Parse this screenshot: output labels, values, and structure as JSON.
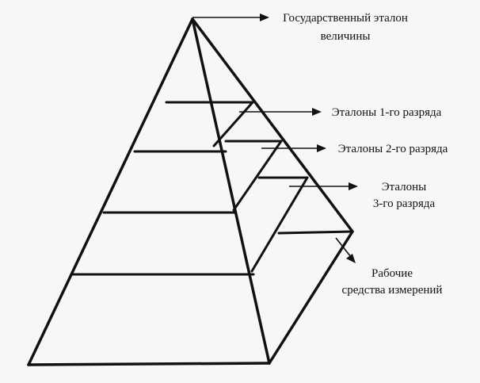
{
  "diagram": {
    "type": "metrology-hierarchy-pyramid",
    "levels": [
      {
        "id": "state-standard",
        "lines": [
          "Государственный эталон",
          "величины"
        ]
      },
      {
        "id": "rank-1",
        "lines": [
          "Эталоны 1-го разряда"
        ]
      },
      {
        "id": "rank-2",
        "lines": [
          "Эталоны 2-го разряда"
        ]
      },
      {
        "id": "rank-3",
        "lines": [
          "Эталоны",
          "3-го разряда"
        ]
      },
      {
        "id": "working-instruments",
        "lines": [
          "Рабочие",
          "средства измерений"
        ]
      }
    ],
    "colors": {
      "ink": "#111111",
      "paper": "#f7f7f5"
    }
  }
}
